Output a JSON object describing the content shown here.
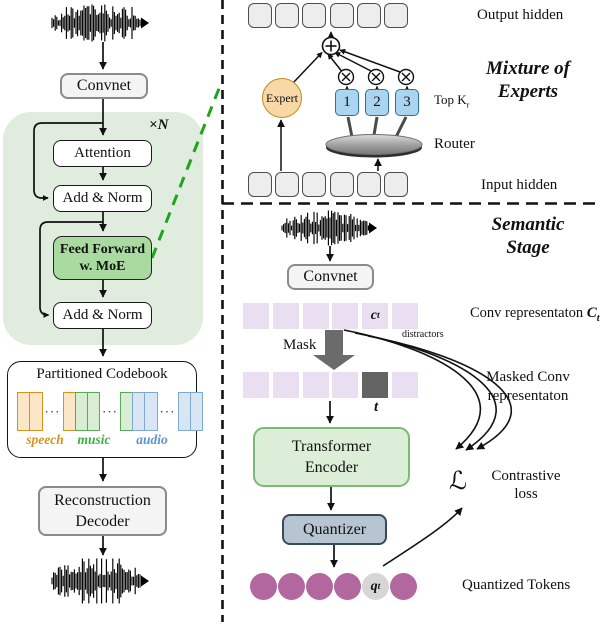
{
  "diagram": {
    "left": {
      "convnet": "Convnet",
      "repeat_times": "×",
      "repeat_n": "N",
      "attention": "Attention",
      "add_norm1": "Add & Norm",
      "ffn_l1": "Feed Forward",
      "ffn_l2": "w. MoE",
      "add_norm2": "Add & Norm",
      "codebook_title": "Partitioned Codebook",
      "dots": "···",
      "codebook_groups": [
        [
          "speech",
          "speech"
        ],
        [
          "speech",
          "music",
          "music"
        ],
        [
          "music",
          "audio",
          "audio"
        ],
        [
          "audio",
          "audio"
        ]
      ],
      "label_speech": "speech",
      "label_music": "music",
      "label_audio": "audio",
      "decoder_l1": "Reconstruction",
      "decoder_l2": "Decoder"
    },
    "moe": {
      "title_l1": "Mixture of",
      "title_l2": "Experts",
      "output_hidden": "Output hidden",
      "input_hidden": "Input hidden",
      "expert": "Expert",
      "expert_ids": [
        "1",
        "2",
        "3"
      ],
      "topk_base": "Top K",
      "topk_sub": "r",
      "router": "Router",
      "cells_per_row": 6
    },
    "semantic": {
      "title_l1": "Semantic",
      "title_l2": "Stage",
      "convnet": "Convnet",
      "conv_rep": "Conv representaton",
      "conv_rep_sym_base": "C",
      "conv_rep_sym_sub": "t",
      "ct_base": "c",
      "ct_sub": "t",
      "distractors": "distractors",
      "mask": "Mask",
      "t_label": "t",
      "masked_l1": "Masked Conv",
      "masked_l2": "representaton",
      "te_l1": "Transformer",
      "te_l2": "Encoder",
      "quantizer": "Quantizer",
      "qt_base": "q",
      "qt_sub": "t",
      "quantized_tokens": "Quantized Tokens",
      "loss_symbol": "ℒ",
      "contrastive_l1": "Contrastive",
      "contrastive_l2": "loss",
      "cells_per_row": 6,
      "masked_cell_index": 5,
      "ct_cell_index": 5,
      "token_count": 6,
      "qt_token_index": 5
    },
    "icons": {
      "sum-icon": "⊕",
      "gate-icon": "⊗",
      "mask-arrow-icon": "thick-down-arrow",
      "router-icon": "gray-ellipse",
      "waveform-icon": "audio-waveform"
    }
  },
  "colors": {
    "page_bg": "#ffffff",
    "stage_green": "#e0ecdd",
    "moe_green": "#a9dba1",
    "box_gray_fill": "#f4f4f4",
    "box_gray_border": "#8a8a8a",
    "white_box_border": "#1a1a1a",
    "speech_fill": "#fbe7c7",
    "speech_border": "#d5921c",
    "speech_text": "#d8931b",
    "music_fill": "#d9edd4",
    "music_border": "#57ab57",
    "music_text": "#3fae3f",
    "audio_fill": "#d8e6f4",
    "audio_border": "#7fa8d2",
    "audio_text": "#5a93cc",
    "hidden_fill": "#ededed",
    "hidden_border": "#4d4d4d",
    "expert_fill": "#f8d8a6",
    "expert_border": "#bf8a24",
    "topk_fill": "#aad4f0",
    "topk_border": "#2f6f9f",
    "lavender": "#eadef1",
    "masked_gray": "#636363",
    "te_fill": "#dcedd8",
    "te_border": "#7bba77",
    "quant_fill": "#b7c5d3",
    "quant_border": "#3a4a58",
    "token_purple": "#b3679f",
    "token_gray": "#d6d6d6",
    "green_dash": "#1fa31f",
    "ink": "#111111"
  }
}
